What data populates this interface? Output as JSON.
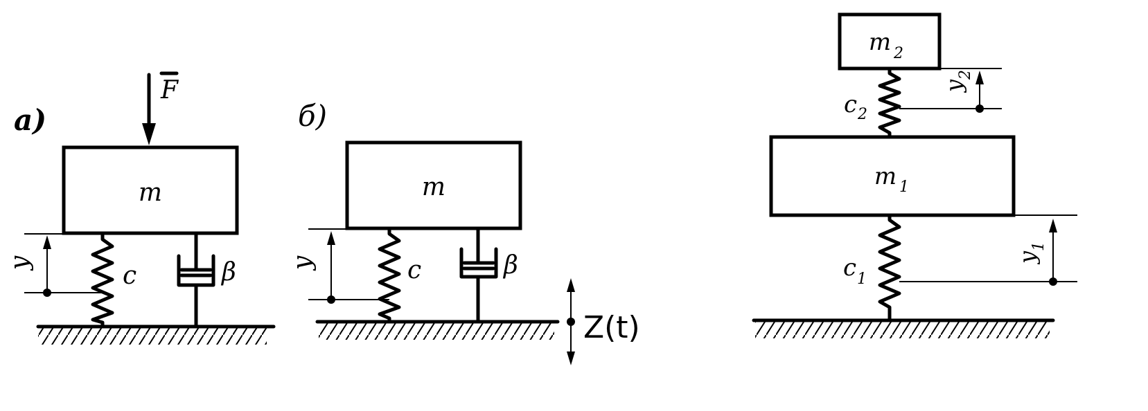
{
  "panel_a": {
    "tag": "a)",
    "mass": "m",
    "spring": "c",
    "damper": "β",
    "force": "F",
    "displacement": "y"
  },
  "panel_b": {
    "tag": "б)",
    "mass": "m",
    "spring": "c",
    "damper": "β",
    "displacement": "y",
    "excitation": "Z(t)"
  },
  "panel_c": {
    "mass_top": "m",
    "mass_top_sub": "2",
    "mass_bottom": "m",
    "mass_bottom_sub": "1",
    "spring_top": "c",
    "spring_top_sub": "2",
    "spring_bottom": "c",
    "spring_bottom_sub": "1",
    "disp_top": "y",
    "disp_top_sub": "2",
    "disp_bottom": "y",
    "disp_bottom_sub": "1"
  }
}
